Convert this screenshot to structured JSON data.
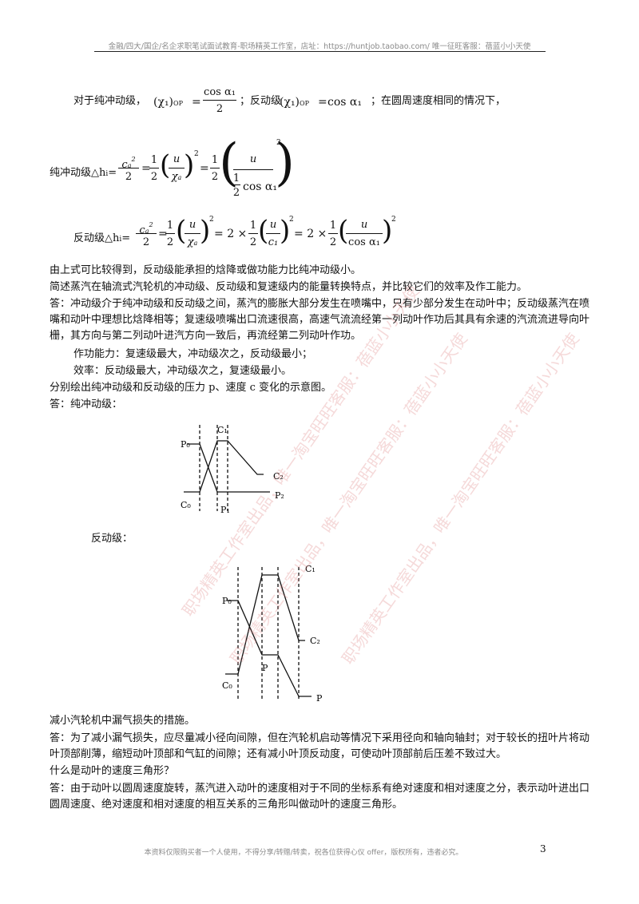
{
  "header": {
    "text": "金融/四大/国企/名企求职笔试面试教育-职场精英工作室，店址：https://huntjob.taobao.com/  唯一征旺客服：蓓蓝小小天使"
  },
  "intro": {
    "lead": "对于纯冲动级，",
    "chi_op": "(χ₁)",
    "op_sub": "OP",
    "eq": "=",
    "cos_a1": "cos α₁",
    "two": "2",
    "mid": "；反动级",
    "tail": "；在圆周速度相同的情况下，"
  },
  "formula1": {
    "label": "纯冲动级△h",
    "sub": "i",
    "eq": "=",
    "ca": "c",
    "ca_sub": "a",
    "sq": "2",
    "two": "2",
    "one": "1",
    "u": "u",
    "chi_a": "χ",
    "chi_sub": "a",
    "half_cos": "cos α₁"
  },
  "formula2": {
    "label": "反动级△h",
    "sub": "i",
    "times": "2 ×",
    "c1": "c₁",
    "cos_a1": "cos α₁"
  },
  "paragraphs": [
    " 由上式可比较得到，反动级能承担的焓降或做功能力比纯冲动级小。",
    "简述蒸汽在轴流式汽轮机的冲动级、反动级和复速级内的能量转换特点，并比较它们的效率及作工能力。",
    "答：冲动级介于纯冲动级和反动级之间，蒸汽的膨胀大部分发生在喷嘴中，只有少部分发生在动叶中；反动级蒸汽在喷嘴和动叶中理想比焓降相等；复速级喷嘴出口流速很高，高速气流流经第一列动叶作功后其具有余速的汽流流进导向叶栅，其方向与第二列动叶进汽方向一致后，再流经第二列动叶作功。",
    "作功能力：复速级最大，冲动级次之，反动级最小；",
    "效率：反动级最大，冲动级次之，复速级最小。",
    "分别绘出纯冲动级和反动级的压力 p、速度 c 变化的示意图。",
    "答：纯冲动级：",
    "反动级："
  ],
  "diagram1": {
    "labels": {
      "p0": "P₀",
      "c1": "C₁",
      "c2": "C₂",
      "p2": "P₂",
      "c0": "C₀",
      "p1": "P₁"
    }
  },
  "diagram2": {
    "labels": {
      "c1": "C₁",
      "p0": "P₀",
      "c2": "C₂",
      "p": "P",
      "c0": "C₀",
      "pend": "P"
    }
  },
  "lower": [
    "减小汽轮机中漏气损失的措施。",
    "答：为了减小漏气损失，应尽量减小径向间隙，但在汽轮机启动等情况下采用径向和轴向轴封；对于较长的扭叶片将动叶顶部削薄，缩短动叶顶部和气缸的间隙；还有减小叶顶反动度，可使动叶顶部前后压差不致过大。",
    "什么是动叶的速度三角形？",
    "答：由于动叶以圆周速度旋转，蒸汽进入动叶的速度相对于不同的坐标系有绝对速度和相对速度之分，表示动叶进出口圆周速度、绝对速度和相对速度的相互关系的三角形叫做动叶的速度三角形。"
  ],
  "footer": {
    "text": "本资料仅限购买者一个人使用，不得分享/转赠/转卖，祝各位获得心仪 offer，版权所有，违者必究。",
    "page": "3"
  },
  "watermarks": [
    "职场精英工作室出品，唯一淘宝旺旺客服：蓓蓝小小天使"
  ]
}
